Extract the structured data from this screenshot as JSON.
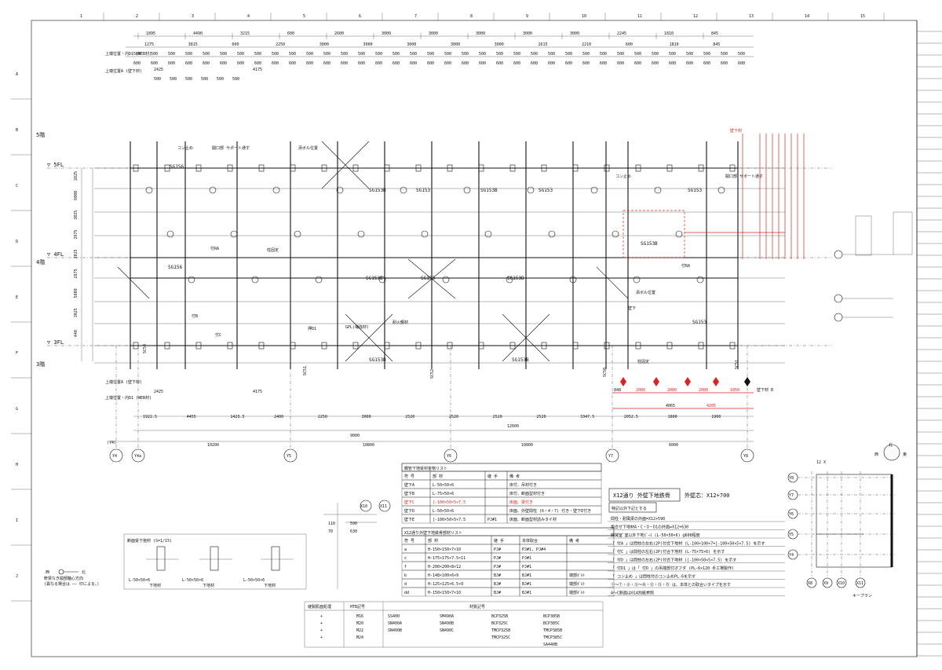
{
  "col_numbers": [
    "1",
    "2",
    "3",
    "4",
    "5",
    "6",
    "7",
    "8",
    "9",
    "10",
    "11",
    "12",
    "13",
    "14",
    "15"
  ],
  "row_letters": [
    "A",
    "B",
    "C",
    "D",
    "E",
    "F",
    "G",
    "H",
    "I",
    "J"
  ],
  "floor_labels": [
    "5階",
    "4階",
    "3階"
  ],
  "level_marks": [
    "▽ 5FL",
    "▽ 4FL",
    "▽ 3FL"
  ],
  "top_dims": [
    "1895",
    "4490",
    "3215",
    "600",
    "2600",
    "3000",
    "3000",
    "3000",
    "3000",
    "3000",
    "2245",
    "1810",
    "845"
  ],
  "top_dims_row2": [
    "1275",
    "3815",
    "600",
    "2250",
    "3000",
    "3000",
    "3000",
    "3000",
    "3000",
    "1615",
    "2210",
    "600",
    "1810",
    "845"
  ],
  "row_label_top1": "上端位置・内D1 (WEB材)",
  "row_label_top2": "上端位置A (壁下材)",
  "row_label_bottom2": "上端位置A (壁下材)",
  "row_label_bottom1": "上端位置・内D1 (WEB材)",
  "dims_2425": "2425",
  "dims_4175": "4175",
  "bottom_dims_row1": [
    "1922.5",
    "4455",
    "1423.5",
    "2400",
    "2250",
    "3000",
    "2520",
    "2520",
    "2520",
    "2520",
    "3347.5",
    "2052.5",
    "1800",
    "1900"
  ],
  "bottom_dims_row2": [
    "9000",
    "12600"
  ],
  "bottom_dims_row3": [
    "10200",
    "10800",
    "10800",
    "6000"
  ],
  "grid_axes": [
    "Y4",
    "Y4a",
    "Y5",
    "Y6",
    "Y7",
    "Y8"
  ],
  "grid_axis_note": "(Y4)",
  "left_vertical_dims": [
    "2825",
    "6000",
    "3025",
    "2975",
    "3025",
    "2875",
    "5800",
    "3025",
    "440"
  ],
  "member_labels": [
    "SG156",
    "SG153B",
    "SG153",
    "SG153B",
    "SG153",
    "SG153",
    "SG156",
    "SG153B",
    "SG153",
    "SG153B",
    "SG153B",
    "SG153B",
    "SG153B",
    "SG153"
  ],
  "small_labels": [
    "コン止め",
    "開口部 サポート通す",
    "添ボル位置",
    "柱固定",
    "付RA",
    "付C",
    "押D1",
    "付B",
    "GPL(補強材)",
    "耐火鋼材",
    "壁下"
  ],
  "red_marks": [
    "壁下材",
    "2000",
    "2000",
    "2000",
    "1850",
    "壁下材 B"
  ],
  "red_dims": [
    "2000",
    "2000",
    "2000",
    "1850"
  ],
  "dims_4065": [
    "4065",
    "4205"
  ],
  "section_note": "断面受下抱材 (S=1/15)",
  "section_sub": [
    "L-50×50×6",
    "L-50×50×6",
    "L-50×50×6",
    "下地材",
    "下地材",
    "下地材"
  ],
  "north_note": [
    "軒梁なき開部軸心方向",
    "(異なる場合は ―― 印による。)"
  ],
  "north_dir": [
    "西",
    "北"
  ],
  "mini_dims": [
    "110",
    "590",
    "630",
    "70"
  ],
  "mini_axes": [
    "X10",
    "X11"
  ],
  "table1": {
    "title": "鋼管下地受材金物リスト",
    "headers": [
      "符 号",
      "部 材",
      "継 手",
      "備 考"
    ],
    "rows": [
      [
        "壁下A",
        "L-50×50×6",
        "",
        "床付、吊材付き"
      ],
      [
        "壁下B",
        "L-75×50×6",
        "",
        "床付、断面型材付き"
      ],
      [
        "壁下C",
        "[-100×50×5×7.5",
        "",
        "床面、梁付き"
      ],
      [
        "壁下D",
        "L-50×50×6",
        "",
        "床面、外壁間柱 (6・4・7) 付き・壁下E付き"
      ],
      [
        "壁下E",
        "[-100×50×5×7.5",
        "PJ#1",
        "床面、断面型材詰みタイ材"
      ]
    ]
  },
  "table2": {
    "title": "X12通り外壁下地鉄骨部材リスト",
    "headers": [
      "符 号",
      "部 材",
      "継 手",
      "本体取合",
      "備 考"
    ],
    "rows": [
      [
        "a",
        "H-150×150×7×10",
        "PJ#",
        "PJ#1, PJ#4",
        ""
      ],
      [
        "c",
        "H-175×175×7.5×11",
        "PJ#",
        "PJ#1",
        ""
      ],
      [
        "f",
        "H-200×200×8×12",
        "PJ#",
        "PJ#1",
        ""
      ],
      [
        "b",
        "H-148×100×6×9",
        "BJ#",
        "BJ#1",
        "端部ﾎﾞﾙﾄ"
      ],
      [
        "d",
        "H-125×125×6.5×9",
        "BJ#",
        "BJ#1",
        "端部ﾎﾞﾙﾄ"
      ],
      [
        "dd",
        "H-150×150×7×10",
        "BJ#",
        "BJ#1",
        "端部ﾎﾞﾙﾄ"
      ]
    ]
  },
  "drawing_title": "X12通り 外壁下地鉄骨",
  "wall_center": "外壁芯：X12+700",
  "notes_title": "特記以外下記とする",
  "notes": [
    "間柱・耐風梁の外面=X12+590",
    "抱合せ下地材A・C・D・D1の外面=X12+630",
    "機械室ﾞ室以外下地ﾋﾞｰｽ (L-50×50×6) @600程度",
    "「 付A 」は間柱の左右(2P)付合下地材 (L-100×100×7+[-100×50×5×7.5) を示す",
    "「 付C 」は間柱の左右(2P)付合下地材 (L-75×75×6) を示す",
    "「 付D 」は間柱の左右(2P)付合下地材 ([-100×50×5×7.5) を示す",
    "「 付D1 」は「 付D 」の吊端部付オフダ (PL-6×120 手工場製作)",
    "「 コン止め 」は間柱付のコン止めPL-6を示す",
    "①～⑦・⑧・⑨～⑩・⑫・⑬・⑮ は、本体との取合いタイプを示す",
    "A～C断面は01A別紙参照"
  ],
  "legend": {
    "col1_header": "継製肌面処理",
    "col2_header": "HTB記号",
    "col3_header": "材質記号",
    "bolts": [
      "M16",
      "M20",
      "M22",
      "M24"
    ],
    "materials": [
      [
        "SS400",
        "SM490A",
        "BCP325B",
        "BCP385B"
      ],
      [
        "SN400A",
        "SN490B",
        "BCP325C",
        "BCP385C"
      ],
      [
        "SN400B",
        "SN490C",
        "TMCP325B",
        "TMCP385B"
      ],
      [
        "",
        "",
        "TMCP325C",
        "TMCP385C"
      ],
      [
        "",
        "",
        "",
        "SA440B"
      ]
    ]
  },
  "keyplan": {
    "title": "キープラン",
    "x_axes": [
      "X8",
      "X9",
      "X10",
      "X11"
    ],
    "y_axes": [
      "Y8",
      "Y7",
      "Y6",
      "Y5",
      "Y4"
    ],
    "top_label": "12 X",
    "north": [
      "北",
      "西",
      "東"
    ]
  }
}
